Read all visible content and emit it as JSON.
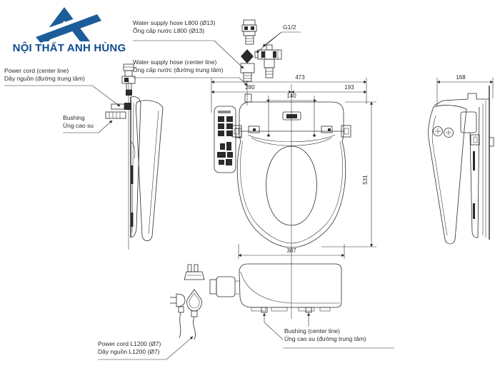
{
  "logo": {
    "name": "NỘI THẤT ANH HÙNG"
  },
  "callouts": {
    "water_hose": {
      "en": "Water supply hose L800 (Ø13)",
      "vi": "Ống cấp nước L800 (Ø13)"
    },
    "g_thread": {
      "label": "G1/2"
    },
    "water_center": {
      "en": "Water supply hose (center line)",
      "vi": "Ống cấp nước (đường trung tâm)"
    },
    "power_center": {
      "en": "Power cord (center line)",
      "vi": "Dây nguồn (đường trung tâm)"
    },
    "bushing_side": {
      "en": "Bushing",
      "vi": "Ùng cao su"
    },
    "power_cord": {
      "en": "Power cord L1200 (Ø7)",
      "vi": "Dây nguồn L1200 (Ø7)"
    },
    "bushing_bottom": {
      "en": "Bushing (center line)",
      "vi": "Úng cao su (đường trung tâm)"
    }
  },
  "dimensions": {
    "overall_width": "473",
    "left_to_center": "280",
    "center_to_right": "193",
    "bolt_hole_spacing": "140",
    "overall_depth": "531",
    "seat_width": "387",
    "side_height": "168"
  },
  "colors": {
    "line": "#2b2b2b",
    "logo_blue": "#1c5d99",
    "logo_text": "#0d4c8f",
    "background": "#ffffff"
  }
}
